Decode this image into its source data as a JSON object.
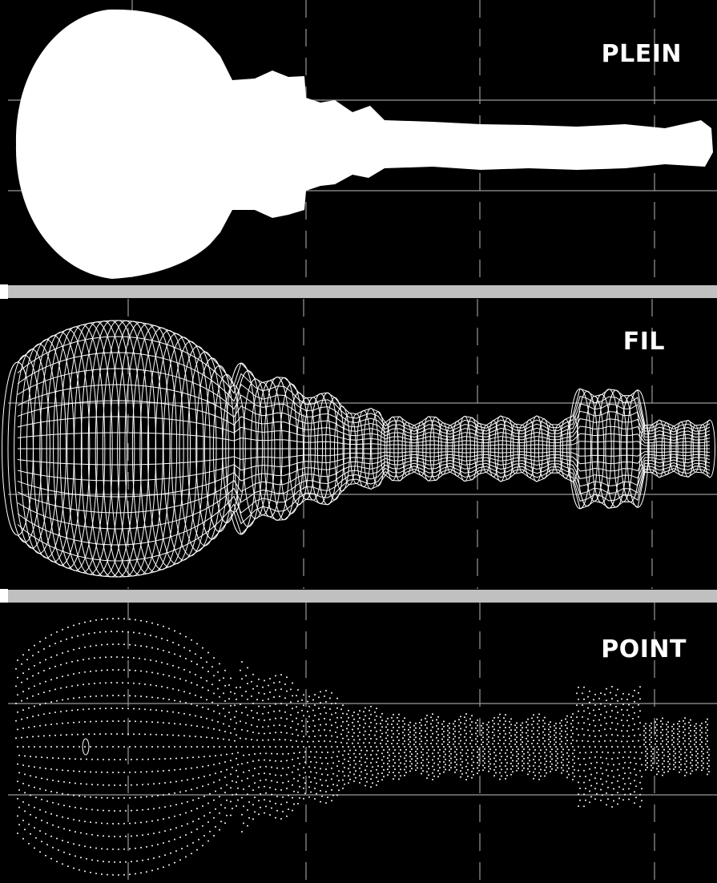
{
  "panels": [
    {
      "id": "plein",
      "label": "PLEIN"
    },
    {
      "id": "fil",
      "label": "FIL"
    },
    {
      "id": "point",
      "label": "POINT"
    }
  ],
  "colors": {
    "background": "#000000",
    "render": "#ffffff",
    "grid": "#9a9a9a",
    "separator": "#c0c0c0"
  }
}
